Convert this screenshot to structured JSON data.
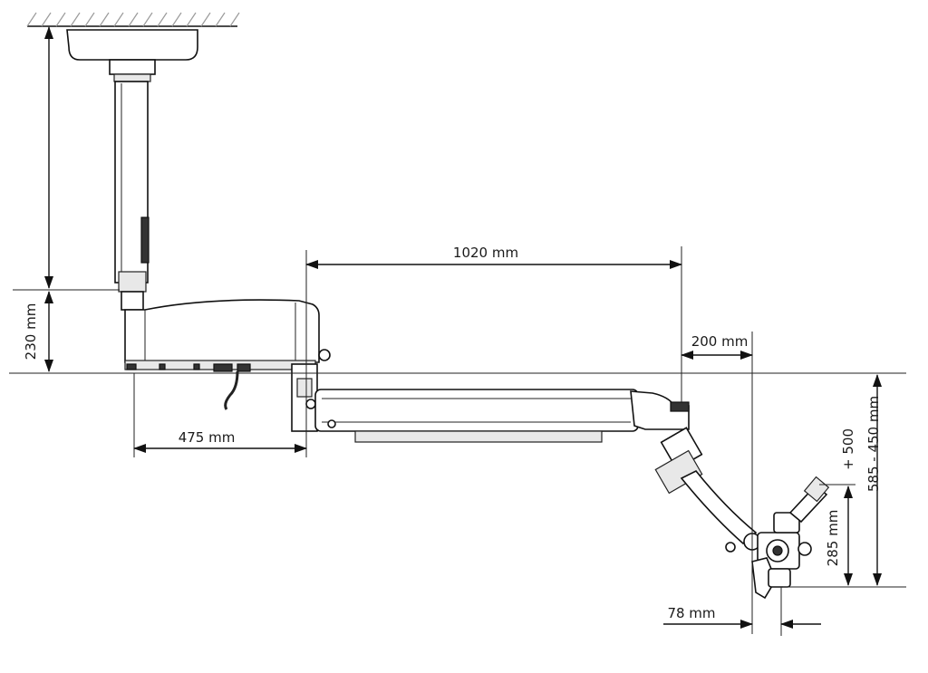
{
  "dimensions": {
    "horizontal_arm_length": "1020 mm",
    "arm_end_offset": "200 mm",
    "ceiling_to_joint_height": "230 mm",
    "column_to_arm_offset": "475 mm",
    "head_vertical_range": "585 - 450 mm",
    "head_extension": "+ 500",
    "optics_height": "285 mm",
    "optics_offset": "78 mm"
  },
  "colors": {
    "line": "#111111",
    "background": "#ffffff",
    "hatch": "#9a9a9a"
  }
}
